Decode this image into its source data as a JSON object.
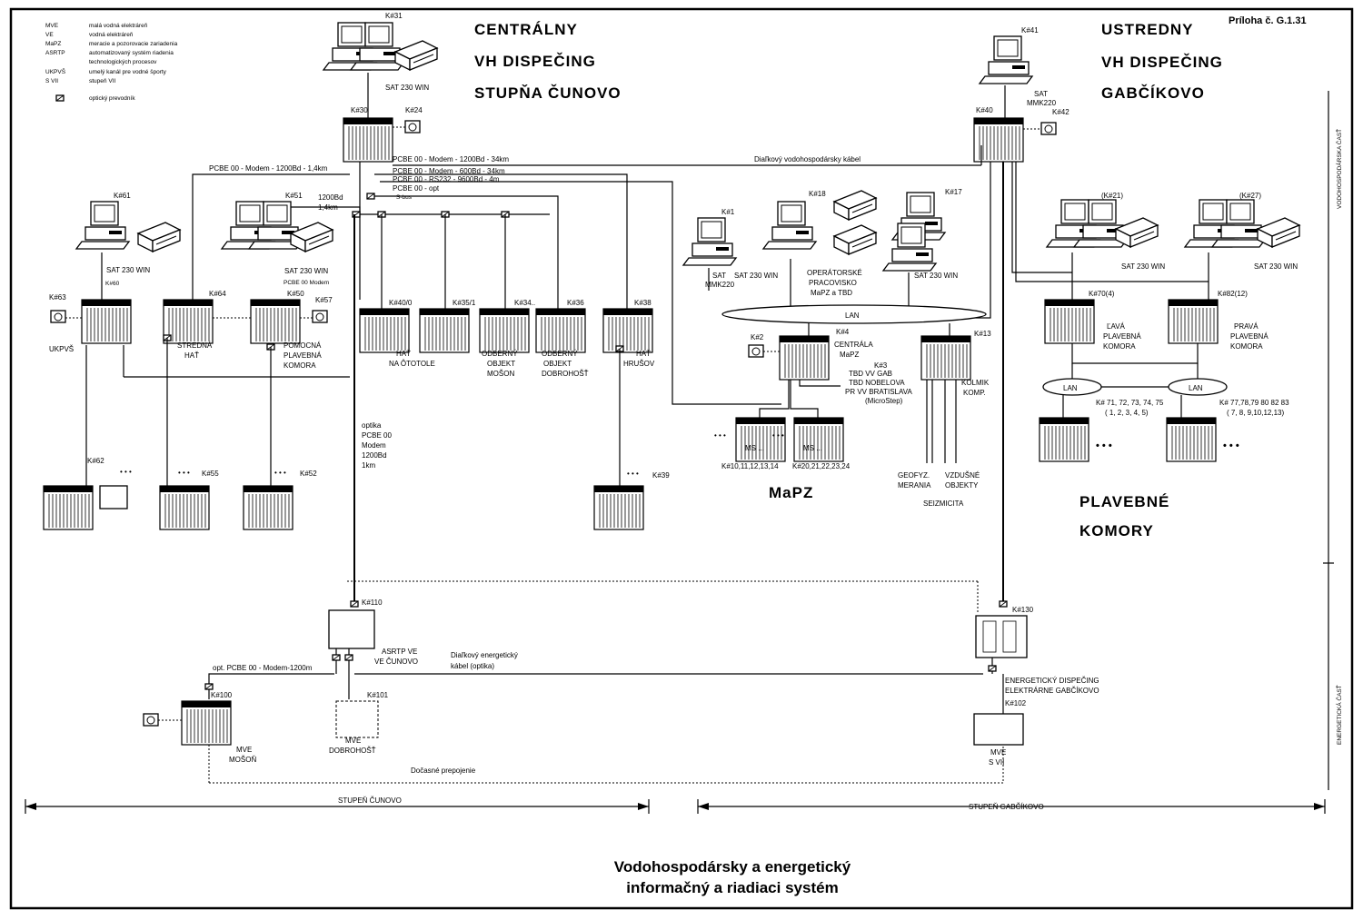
{
  "annex": "Príloha č. G.1.31",
  "legend": [
    {
      "abbr": "MVE",
      "text": "malá vodná elektráreň"
    },
    {
      "abbr": "VE",
      "text": "vodná elektráreň"
    },
    {
      "abbr": "MaPZ",
      "text": "meracie a pozorovacie zariadenia"
    },
    {
      "abbr": "ASRTP",
      "text": "automatizovaný systém riadenia"
    },
    {
      "abbr": "",
      "text": "technologických procesov"
    },
    {
      "abbr": "UKPVŠ",
      "text": "umelý kanál pre vodné športy"
    },
    {
      "abbr": "S VII",
      "text": "stupeň VII"
    }
  ],
  "legend_optic": "optický prevodník",
  "headings": {
    "cunovo": [
      "CENTRÁLNY",
      "VH DISPEČING",
      "STUPŇA ČUNOVO"
    ],
    "gabcikovo": [
      "USTREDNY",
      "VH DISPEČING",
      "GABČÍKOVO"
    ],
    "mapz": "MaPZ",
    "locks": [
      "PLAVEBNÉ",
      "KOMORY"
    ]
  },
  "side_labels": {
    "water": "VODOHOSPODÁRSKA ČASŤ",
    "energy": "ENERGETICKÁ ČASŤ"
  },
  "stations": {
    "k31": "K#31",
    "k30": "K#30",
    "k24": "K#24",
    "sat_cunovo": "SAT 230 WIN",
    "k41": "K#41",
    "sat_gab": "SAT",
    "sat_gab2": "MMK220",
    "k40": "K#40",
    "k42": "K#42",
    "k61": "K#61",
    "k60": "K#60",
    "sat61": "SAT 230 WIN",
    "k51": "K#51",
    "k50": "K#50",
    "sat51": "SAT 230 WIN",
    "pcbe51": "PCBE 00 Modem",
    "k63": "K#63",
    "k64": "K#64",
    "k57": "K#57",
    "k62": "K#62",
    "k55": "K#55",
    "k52": "K#52",
    "ukpvs": "UKPVŠ",
    "stredna1": "STREDNÁ",
    "stredna2": "HAŤ",
    "pomocna1": "POMOCNÁ",
    "pomocna2": "PLAVEBNÁ",
    "pomocna3": "KOMORA",
    "k40_hat": "K#40/0",
    "k35": "K#35/1",
    "k34": "K#34..",
    "k38": "K#38",
    "k39": "K#39",
    "k36": "K#36",
    "hat_ototole1": "HAŤ",
    "hat_ototole2": "NA ÔTOTOLE",
    "mosan1": "ODBERNÝ",
    "mosan2": "OBJEKT",
    "mosan3": "MOŠON",
    "dobro1": "ODBERNÝ",
    "dobro2": "OBJEKT",
    "dobro3": "DOBROHOŠŤ",
    "hat_hrusov1": "HAŤ",
    "hat_hrusov2": "HRUŠOV",
    "k1": "K#1",
    "sat_k1": "SAT",
    "sat_k1b": "MMK220",
    "k18": "K#18",
    "sat_k18": "SAT 230 WIN",
    "k17": "K#17",
    "sat_k17": "SAT 230 WIN",
    "oper1": "OPERÁTORSKÉ",
    "oper2": "PRACOVISKO",
    "oper3": "MaPZ a TBD",
    "lan": "LAN",
    "k2": "K#2",
    "k4": "K#4",
    "central1": "CENTRÁLA",
    "central2": "MaPZ",
    "k3": "K#3",
    "tbd1": "TBD VV GAB",
    "tbd2": "TBD NOBELOVA",
    "tbd3": "PR VV BRATISLAVA",
    "tbd4": "(MicroStep)",
    "k13": "K#13",
    "kolmik1": "KOLMIK",
    "kolmik2": "KOMP.",
    "ms1": "MS ...",
    "ms2": "MS ...",
    "ms1_ids": "K#10,11,12,13,14",
    "ms2_ids": "K#20,21,22,23,24",
    "geo1": "GEOFYZ.",
    "geo2": "MERANIA",
    "vzd1": "VZDUŠNÉ",
    "vzd2": "OBJEKTY",
    "seizm": "SEIZMICITA",
    "k21": "(K#21)",
    "k27": "(K#27)",
    "sat21": "SAT 230 WIN",
    "sat27": "SAT 230 WIN",
    "k70": "K#70(4)",
    "k82": "K#82(12)",
    "lava1": "ĽAVÁ",
    "lava2": "PLAVEBNÁ",
    "lava3": "KOMORA",
    "prava1": "PRAVÁ",
    "prava2": "PLAVEBNÁ",
    "prava3": "KOMORA",
    "lan_l": "LAN",
    "lan_r": "LAN",
    "k71": "K# 71, 72, 73, 74, 75",
    "k71b": "( 1, 2, 3, 4, 5)",
    "k77": "K# 77,78,79 80 82 83",
    "k77b": "( 7, 8, 9,10,12,13)",
    "k110": "K#110",
    "asrtp1": "ASRTP VE",
    "asrtp2": "VE ČUNOVO",
    "k100": "K#100",
    "k101": "K#101",
    "k102": "K#102",
    "k130": "K#130",
    "mve_mosan1": "MVE",
    "mve_mosan2": "MOŠOŇ",
    "mve_dobro1": "MVE",
    "mve_dobro2": "DOBROHOŠŤ",
    "mve_s7a": "MVE",
    "mve_s7b": "S VII",
    "egab1": "ENERGETICKÝ DISPEČING",
    "egab2": "ELEKTRÁRNE GABČÍKOVO"
  },
  "links": {
    "pcbe_top": "PCBE 00 - Modem - 1200Bd - 34km",
    "pcbe_left": "PCBE 00 - Modem - 1200Bd - 1,4km",
    "pcbe_2": "PCBE 00 - Modem - 600Bd - 34km",
    "pcbe_3": "PCBE 00 - RS232 - 9600Bd - 4m",
    "pcbe_4": "PCBE 00 - opt",
    "sbus": "S-bus",
    "bd1200": "1200Bd",
    "km14": "1,4km",
    "vh_cable": "Diaľkový vodohospodársky kábel",
    "optika": [
      "optika",
      "PCBE 00",
      "Modem",
      "1200Bd",
      "1km"
    ],
    "opt_pcbe": "opt. PCBE 00 - Modem-1200m",
    "en_cable1": "Diaľkový energetický",
    "en_cable2": "kábel (optika)",
    "docasne": "Dočasné prepojenie"
  },
  "stages": {
    "cunovo": "STUPEŇ ČUNOVO",
    "gabcikovo": "STUPEŇ GABČÍKOVO"
  },
  "title": [
    "Vodohospodársky a energetický",
    "informačný a riadiaci systém"
  ]
}
